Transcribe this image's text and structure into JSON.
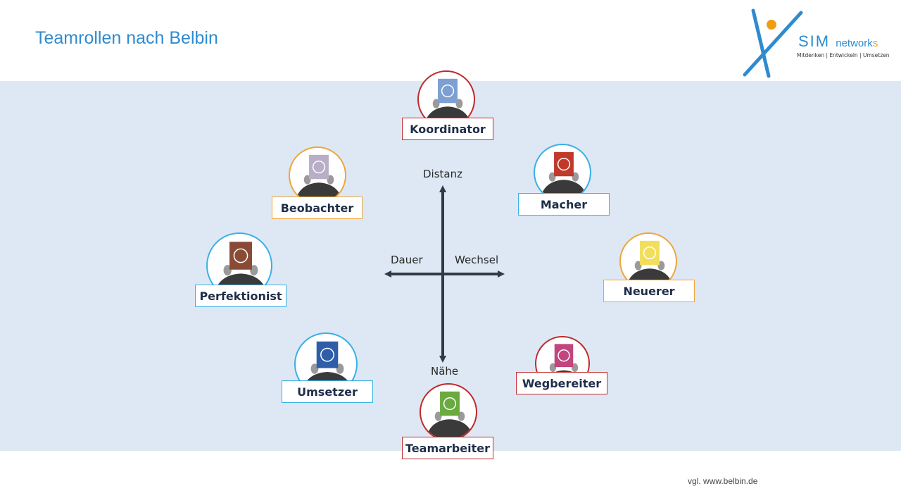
{
  "title": "Teamrollen nach Belbin",
  "logo": {
    "brand_main": "SIM",
    "brand_sub_prefix": "network",
    "brand_sub_accent": "s",
    "tagline": "Mitdenken | Entwickeln | Umsetzen"
  },
  "axes": {
    "top": "Distanz",
    "bottom": "Nähe",
    "left": "Dauer",
    "right": "Wechsel"
  },
  "roles": [
    {
      "label": "Koordinator",
      "border_color": "#c0292b",
      "card_color": "#7d9fd1",
      "icon": "people-circle-icon"
    },
    {
      "label": "Beobachter",
      "border_color": "#f0a53b",
      "card_color": "#b9aec7",
      "icon": "eye-icon"
    },
    {
      "label": "Macher",
      "border_color": "#39b0e6",
      "card_color": "#c0392b",
      "icon": "rocket-icon"
    },
    {
      "label": "Perfektionist",
      "border_color": "#39b0e6",
      "card_color": "#8a4b36",
      "icon": "magnifier-icon"
    },
    {
      "label": "Neuerer",
      "border_color": "#f0a53b",
      "card_color": "#f2de5c",
      "icon": "lightbulb-icon"
    },
    {
      "label": "Umsetzer",
      "border_color": "#39b0e6",
      "card_color": "#2e5ea8",
      "icon": "gears-icon"
    },
    {
      "label": "Wegbereiter",
      "border_color": "#c0292b",
      "card_color": "#c2457e",
      "icon": "phone-icon"
    },
    {
      "label": "Teamarbeiter",
      "border_color": "#c0292b",
      "card_color": "#6aaa3e",
      "icon": "team-icon"
    }
  ],
  "footer": "vgl. www.belbin.de"
}
